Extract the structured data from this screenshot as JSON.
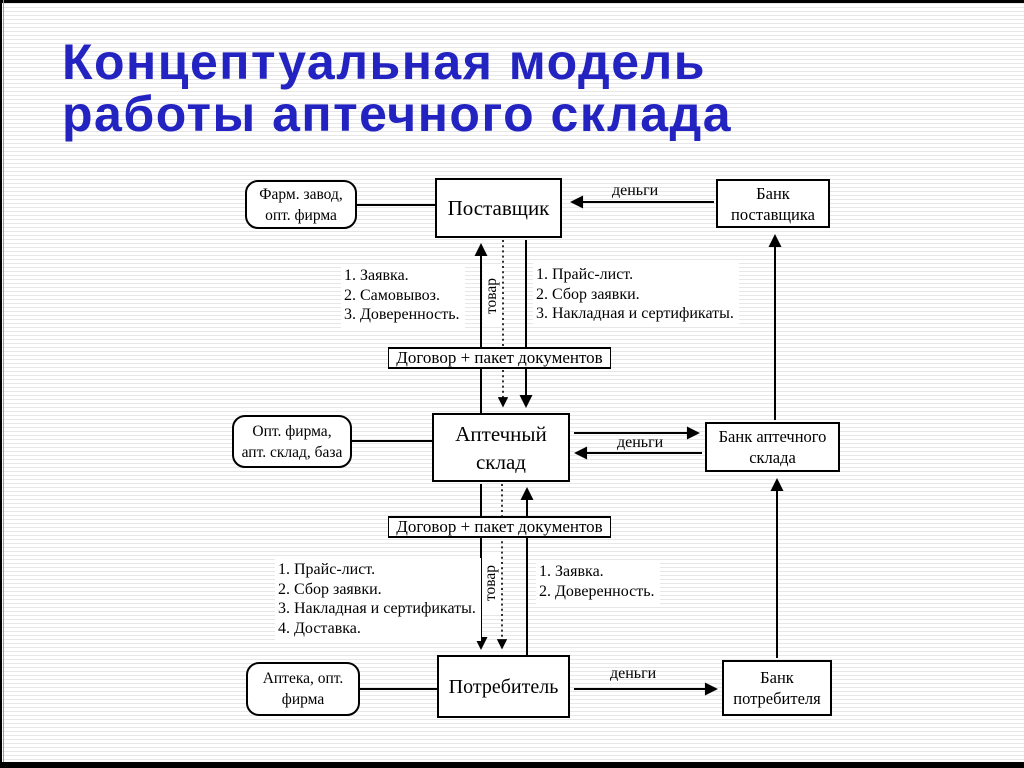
{
  "slide": {
    "title_line1": "Концептуальная модель",
    "title_line2": "работы аптечного склада"
  },
  "nodes": {
    "supplier_source": {
      "line1": "Фарм. завод,",
      "line2": "опт. фирма"
    },
    "supplier": {
      "label": "Поставщик"
    },
    "supplier_bank": {
      "line1": "Банк",
      "line2": "поставщика"
    },
    "warehouse_source": {
      "line1": "Опт. фирма,",
      "line2": "апт. склад, база"
    },
    "warehouse": {
      "line1": "Аптечный",
      "line2": "склад"
    },
    "warehouse_bank": {
      "line1": "Банк аптечного",
      "line2": "склада"
    },
    "consumer_source": {
      "line1": "Аптека, опт.",
      "line2": "фирма"
    },
    "consumer": {
      "label": "Потребитель"
    },
    "consumer_bank": {
      "line1": "Банк",
      "line2": "потребителя"
    }
  },
  "edge_labels": {
    "money_supplier": "деньги",
    "money_warehouse": "деньги",
    "money_consumer": "деньги",
    "goods_upper": "товар",
    "goods_lower": "товар",
    "contract_upper": "Договор + пакет документов",
    "contract_lower": "Договор + пакет документов"
  },
  "lists": {
    "upper_left": [
      "1. Заявка.",
      "2. Самовывоз.",
      "3. Доверенность."
    ],
    "upper_right": [
      "1. Прайс-лист.",
      "2. Сбор заявки.",
      "3. Накладная и сертификаты."
    ],
    "lower_left": [
      "1. Прайс-лист.",
      "2. Сбор заявки.",
      "3. Накладная и сертификаты.",
      "4. Доставка."
    ],
    "lower_right": [
      "1. Заявка.",
      "2. Доверенность."
    ]
  },
  "colors": {
    "title_blue": "#2323c1",
    "diagram_line": "#000000",
    "stripe_gray": "#e7e7e7"
  }
}
